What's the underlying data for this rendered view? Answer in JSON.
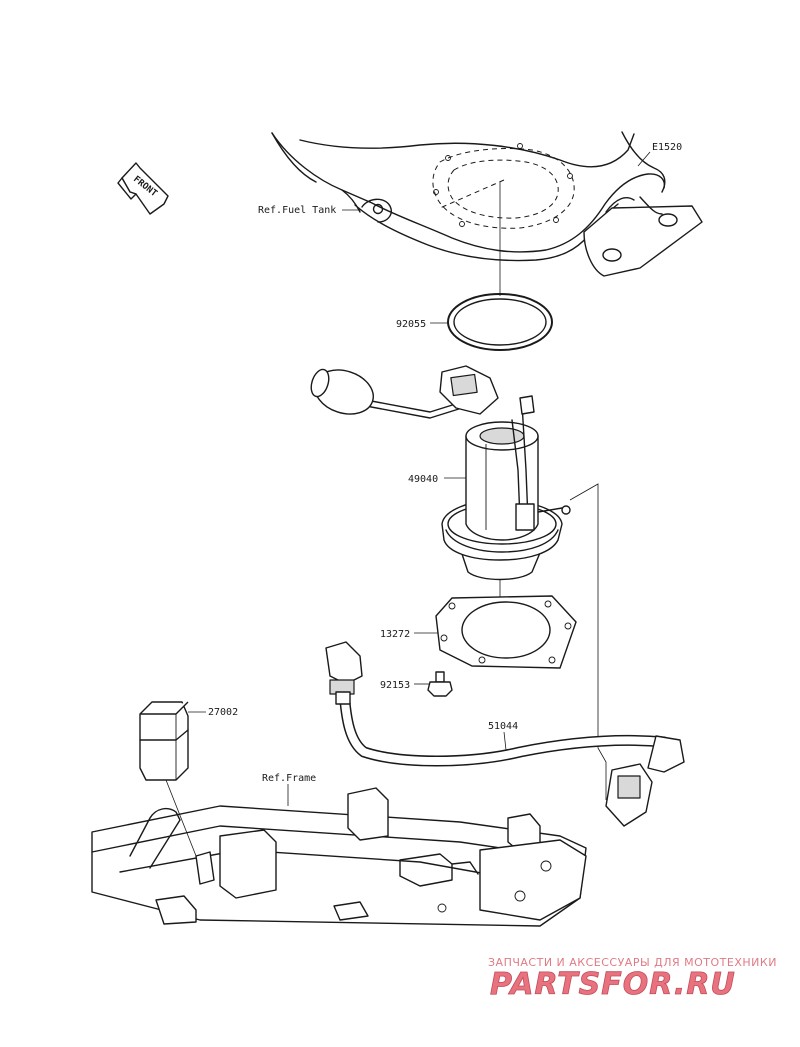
{
  "labels": {
    "diagram_code": "E1520",
    "front": "FRONT",
    "ref_fuel_tank": "Ref.Fuel Tank",
    "ref_frame": "Ref.Frame",
    "gasket_ring": "92055",
    "fuel_pump": "49040",
    "bracket_plate": "13272",
    "bolt": "92153",
    "relay": "27002",
    "harness": "51044"
  },
  "watermark": {
    "tagline": "ЗАПЧАСТИ И АКСЕССУАРЫ ДЛЯ МОТОТЕХНИКИ",
    "brand": "PARTSFOR.RU"
  }
}
